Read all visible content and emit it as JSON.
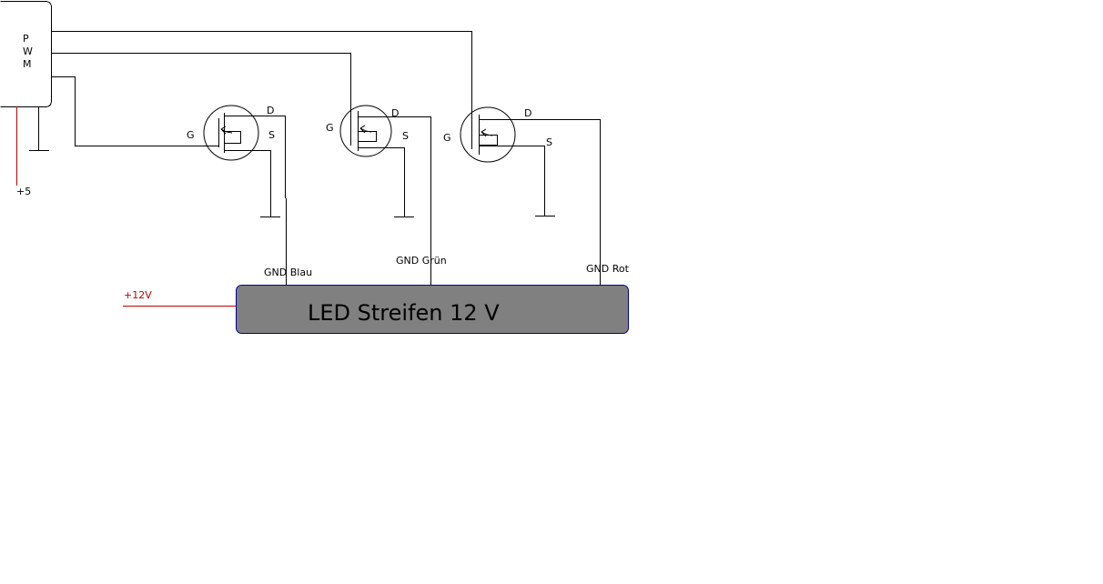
{
  "pwm": {
    "label_lines": [
      "P",
      "W",
      "M"
    ]
  },
  "supply": {
    "plus5": "+5",
    "plus12": "+12V"
  },
  "mosfets": [
    {
      "gate": "G",
      "drain": "D",
      "source": "S"
    },
    {
      "gate": "G",
      "drain": "D",
      "source": "S"
    },
    {
      "gate": "G",
      "drain": "D",
      "source": "S"
    }
  ],
  "gnd_labels": {
    "blau": "GND Blau",
    "gruen": "GND Grün",
    "rot": "GND Rot"
  },
  "led_strip": {
    "label": "LED Streifen 12 V",
    "fill_color": "#808080",
    "border_color": "#0000a0"
  },
  "colors": {
    "wire": "#000000",
    "power_wire": "#c00000"
  }
}
